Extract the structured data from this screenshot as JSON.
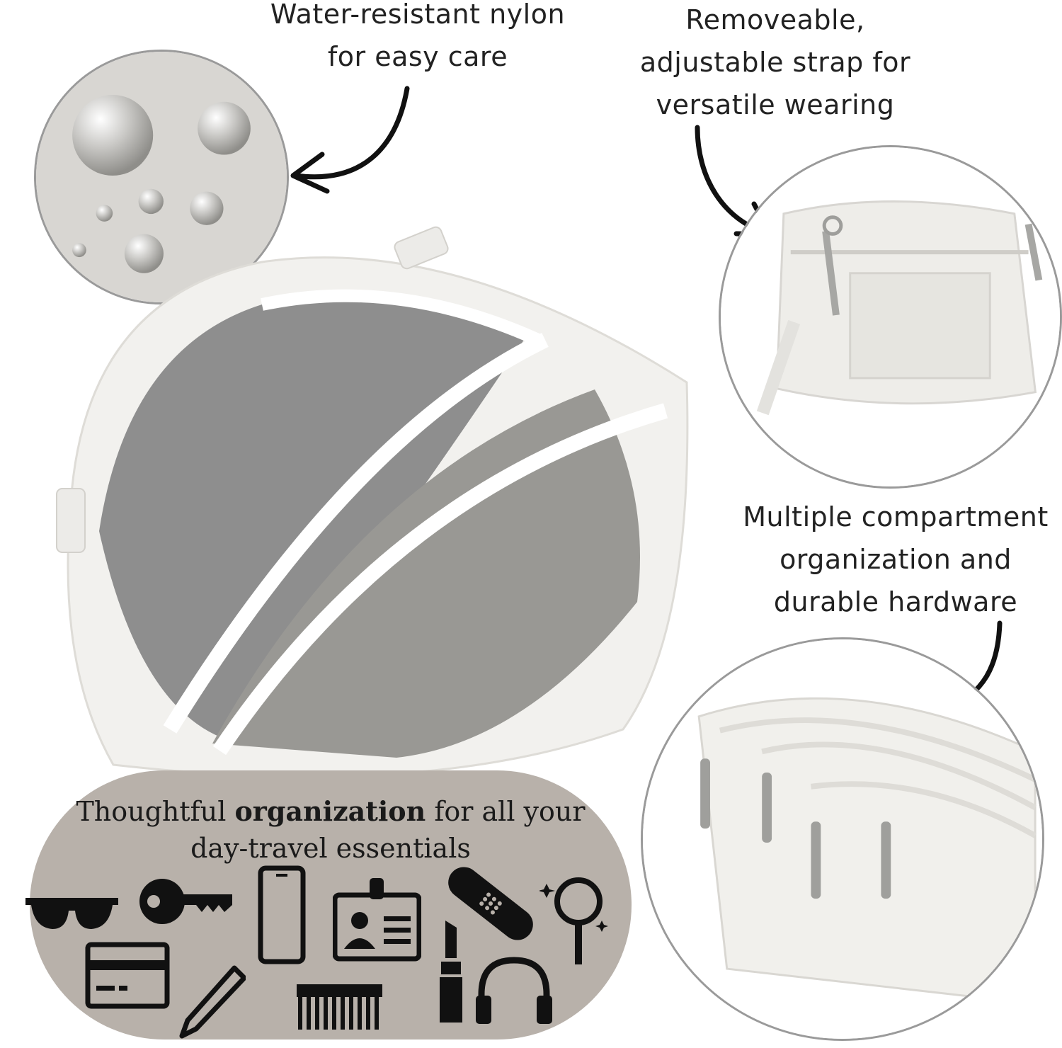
{
  "captions": {
    "water": {
      "line1": "Water-resistant nylon",
      "line2": "for easy care"
    },
    "strap": {
      "line1": "Removeable,",
      "line2": "adjustable strap for",
      "line3": "versatile wearing"
    },
    "compartment": {
      "line1": "Multiple compartment",
      "line2": "organization and",
      "line3": "durable hardware"
    }
  },
  "banner": {
    "line1_pre": "Thoughtful ",
    "line1_bold": "organization",
    "line1_post": " for all your",
    "line2": "day-travel essentials"
  },
  "icons": [
    "sunglasses-icon",
    "key-icon",
    "phone-icon",
    "id-badge-icon",
    "bandage-icon",
    "mirror-icon",
    "credit-card-icon",
    "pencil-icon",
    "comb-icon",
    "lipstick-icon",
    "headphones-icon"
  ],
  "colors": {
    "banner": "#b8b1aa",
    "bag": "#f2f1ee",
    "lining": "#8e8e8e",
    "outline": "#9a9a9a"
  }
}
